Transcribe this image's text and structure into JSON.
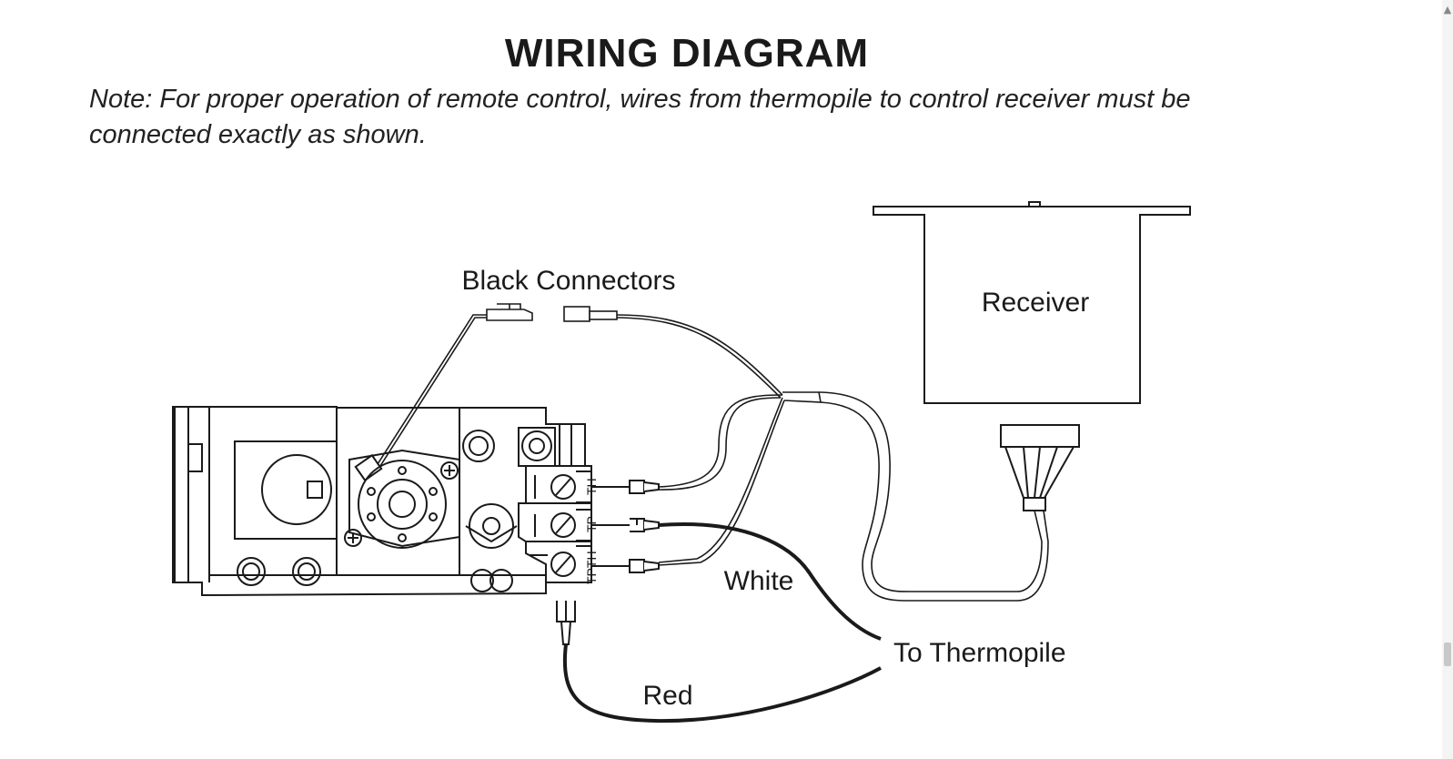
{
  "header": {
    "title": "WIRING DIAGRAM",
    "note": "Note: For proper operation of remote control, wires from thermopile to control receiver must be connected exactly as shown."
  },
  "diagram": {
    "labels": {
      "black_connectors": "Black Connectors",
      "receiver": "Receiver",
      "white": "White",
      "red": "Red",
      "to_thermopile": "To Thermopile"
    },
    "terminals": [
      "TH",
      "TP",
      "TPTH"
    ]
  }
}
